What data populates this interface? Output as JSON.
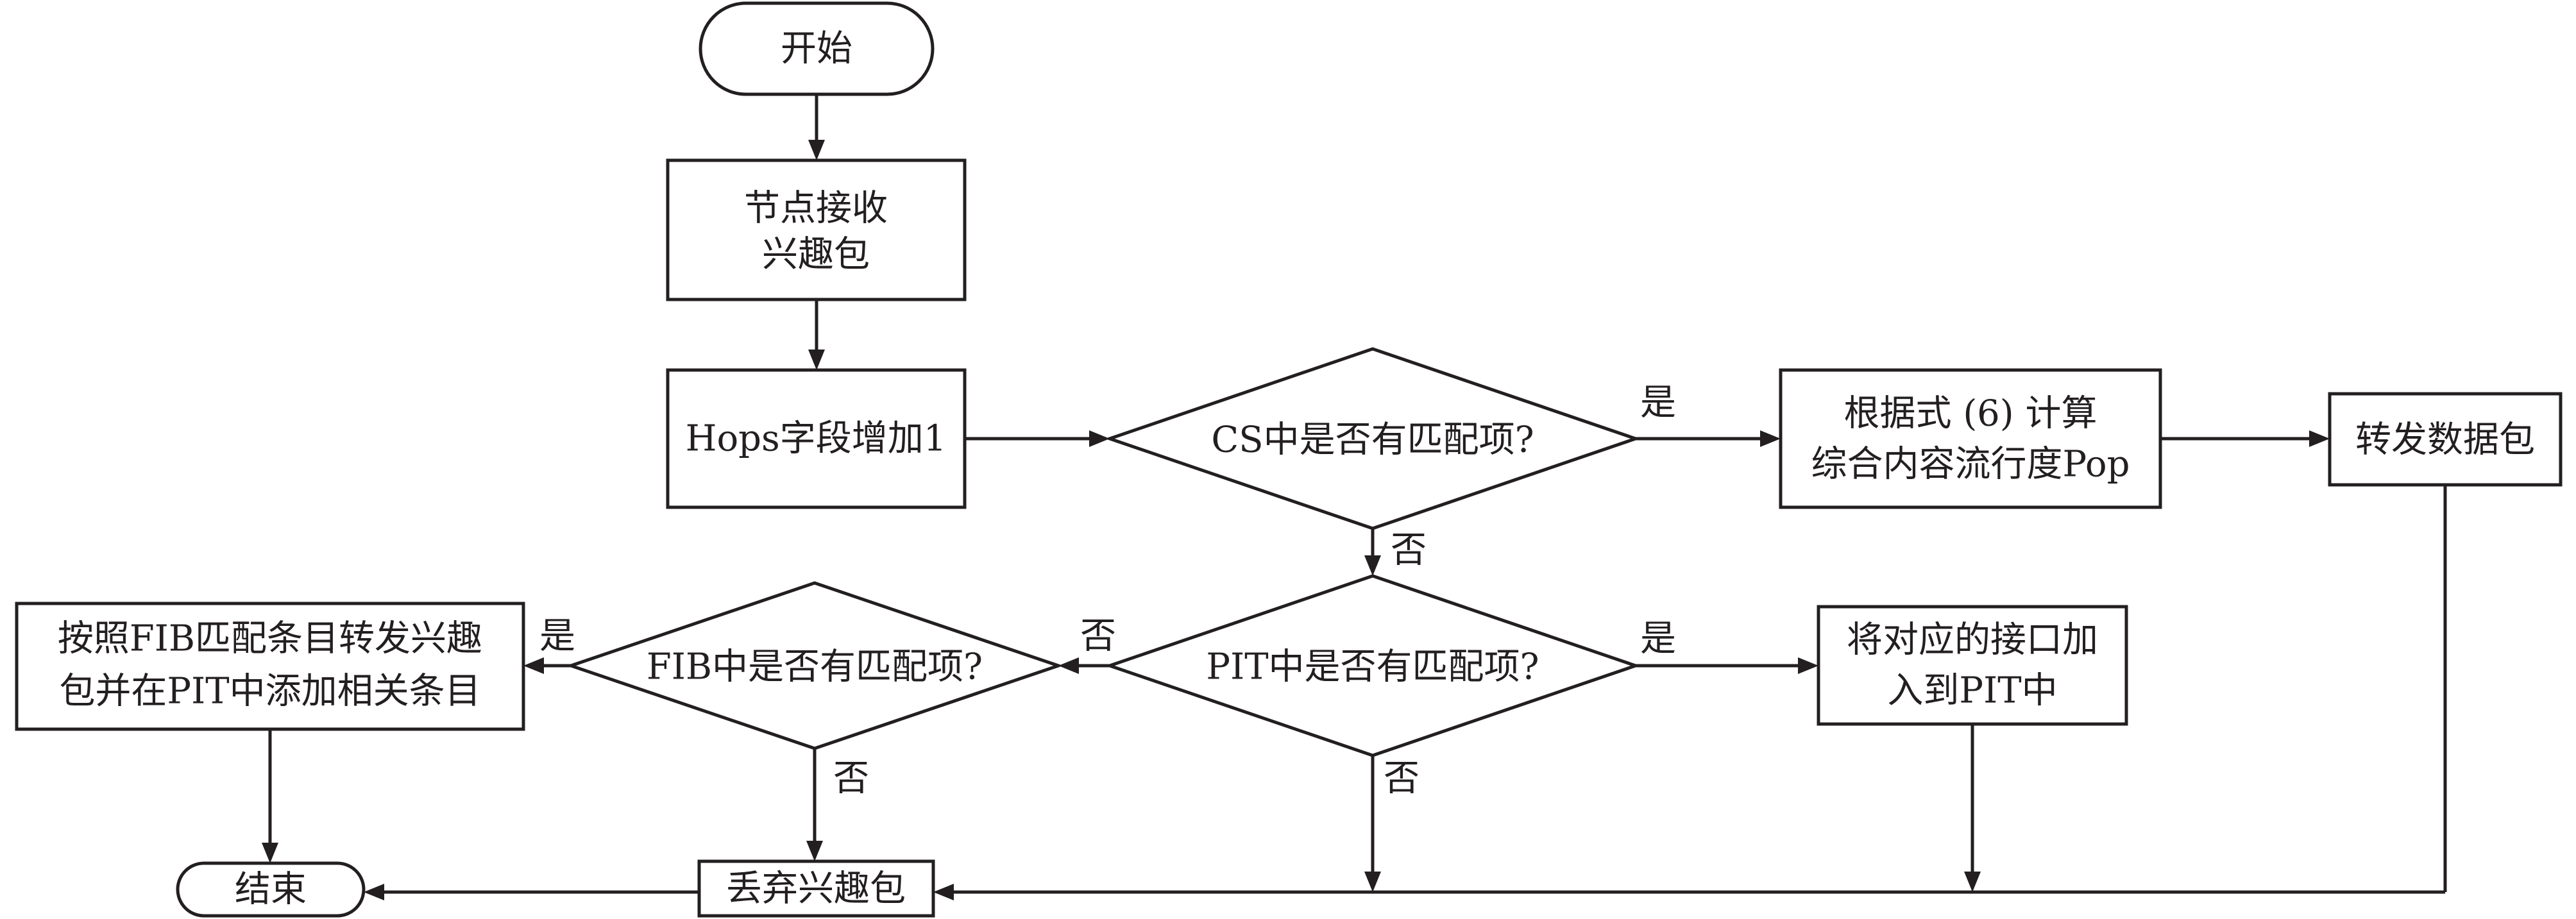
{
  "diagram": {
    "type": "flowchart",
    "nodes": {
      "start": "开始",
      "receive": [
        "节点接收",
        "兴趣包"
      ],
      "hops": "Hops字段增加1",
      "cs_check": "CS中是否有匹配项?",
      "compute": [
        "根据式 (6) 计算",
        "综合内容流行度Pop"
      ],
      "forward_data": "转发数据包",
      "pit_check": "PIT中是否有匹配项?",
      "pit_add": [
        "将对应的接口加",
        "入到PIT中"
      ],
      "fib_check": "FIB中是否有匹配项?",
      "fib_forward": [
        "按照FIB匹配条目转发兴趣",
        "包并在PIT中添加相关条目"
      ],
      "discard": "丢弃兴趣包",
      "end": "结束"
    },
    "edge_labels": {
      "yes": "是",
      "no": "否"
    }
  }
}
